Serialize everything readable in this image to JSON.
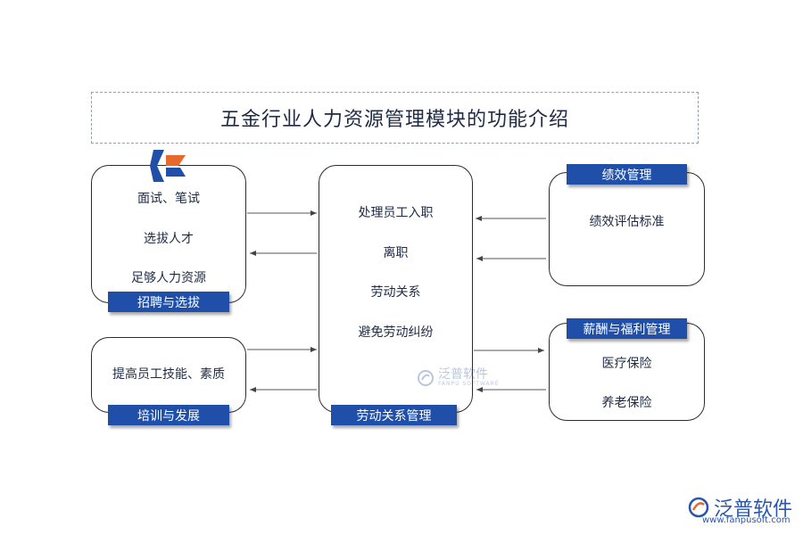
{
  "title": "五金行业人力资源管理模块的功能介绍",
  "recruit": {
    "items": [
      "面试、笔试",
      "选拔人才",
      "足够人力资源"
    ],
    "label": "招聘与选拔"
  },
  "train": {
    "items": [
      "提高员工技能、素质"
    ],
    "label": "培训与发展"
  },
  "labor": {
    "items": [
      "处理员工入职",
      "离职",
      "劳动关系",
      "避免劳动纠纷"
    ],
    "label": "劳动关系管理"
  },
  "perf": {
    "items": [
      "绩效评估标准"
    ],
    "label": "绩效管理"
  },
  "salary": {
    "items": [
      "医疗保险",
      "养老保险"
    ],
    "label": "薪酬与福利管理"
  },
  "watermark": {
    "name": "泛普软件",
    "sub": "FANPU SOFTWARE"
  },
  "brand": {
    "name": "泛普软件",
    "url": "www.fanpusoft.com"
  },
  "colors": {
    "label_bg": "#1f4fa8",
    "text": "#1f2a44",
    "brand": "#2a56a8",
    "logo_orange": "#e8692c"
  }
}
